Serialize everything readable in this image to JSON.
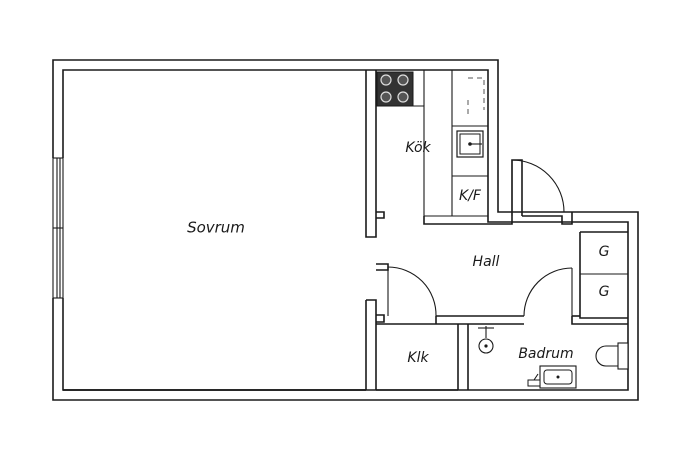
{
  "rooms": {
    "sovrum": "Sovrum",
    "kok": "Kök",
    "kf": "K/F",
    "hall": "Hall",
    "klk": "Klk",
    "badrum": "Badrum",
    "g1": "G",
    "g2": "G"
  }
}
